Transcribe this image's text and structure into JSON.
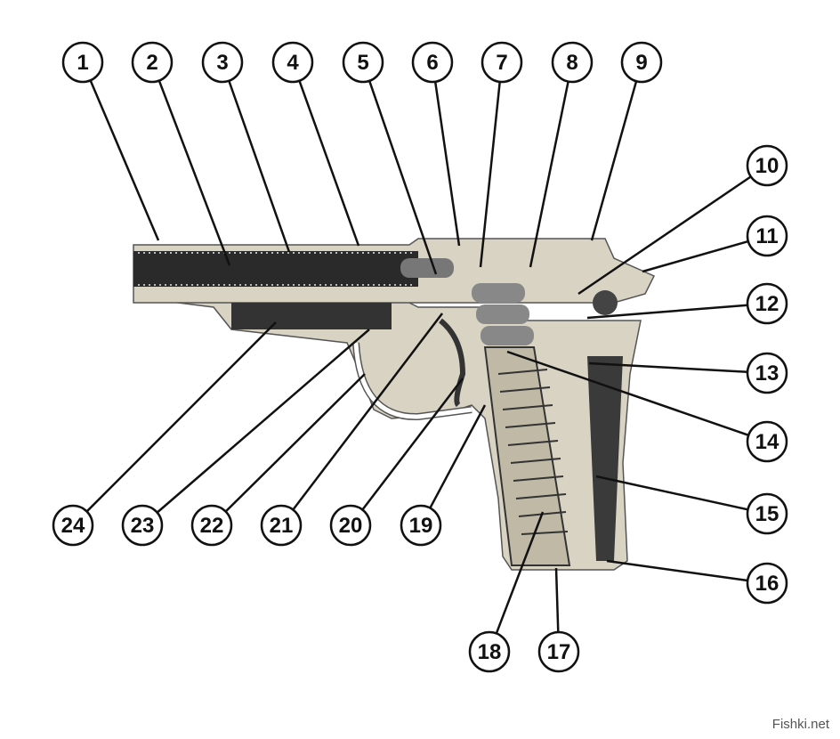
{
  "diagram": {
    "callouts": [
      "1",
      "2",
      "3",
      "4",
      "5",
      "6",
      "7",
      "8",
      "9",
      "10",
      "11",
      "12",
      "13",
      "14",
      "15",
      "16",
      "17",
      "18",
      "19",
      "20",
      "21",
      "22",
      "23",
      "24"
    ]
  },
  "watermark": "Fishki.net",
  "colors": {
    "body": "#d8d3c2",
    "dark": "#2a2a2a",
    "line": "#111111"
  }
}
